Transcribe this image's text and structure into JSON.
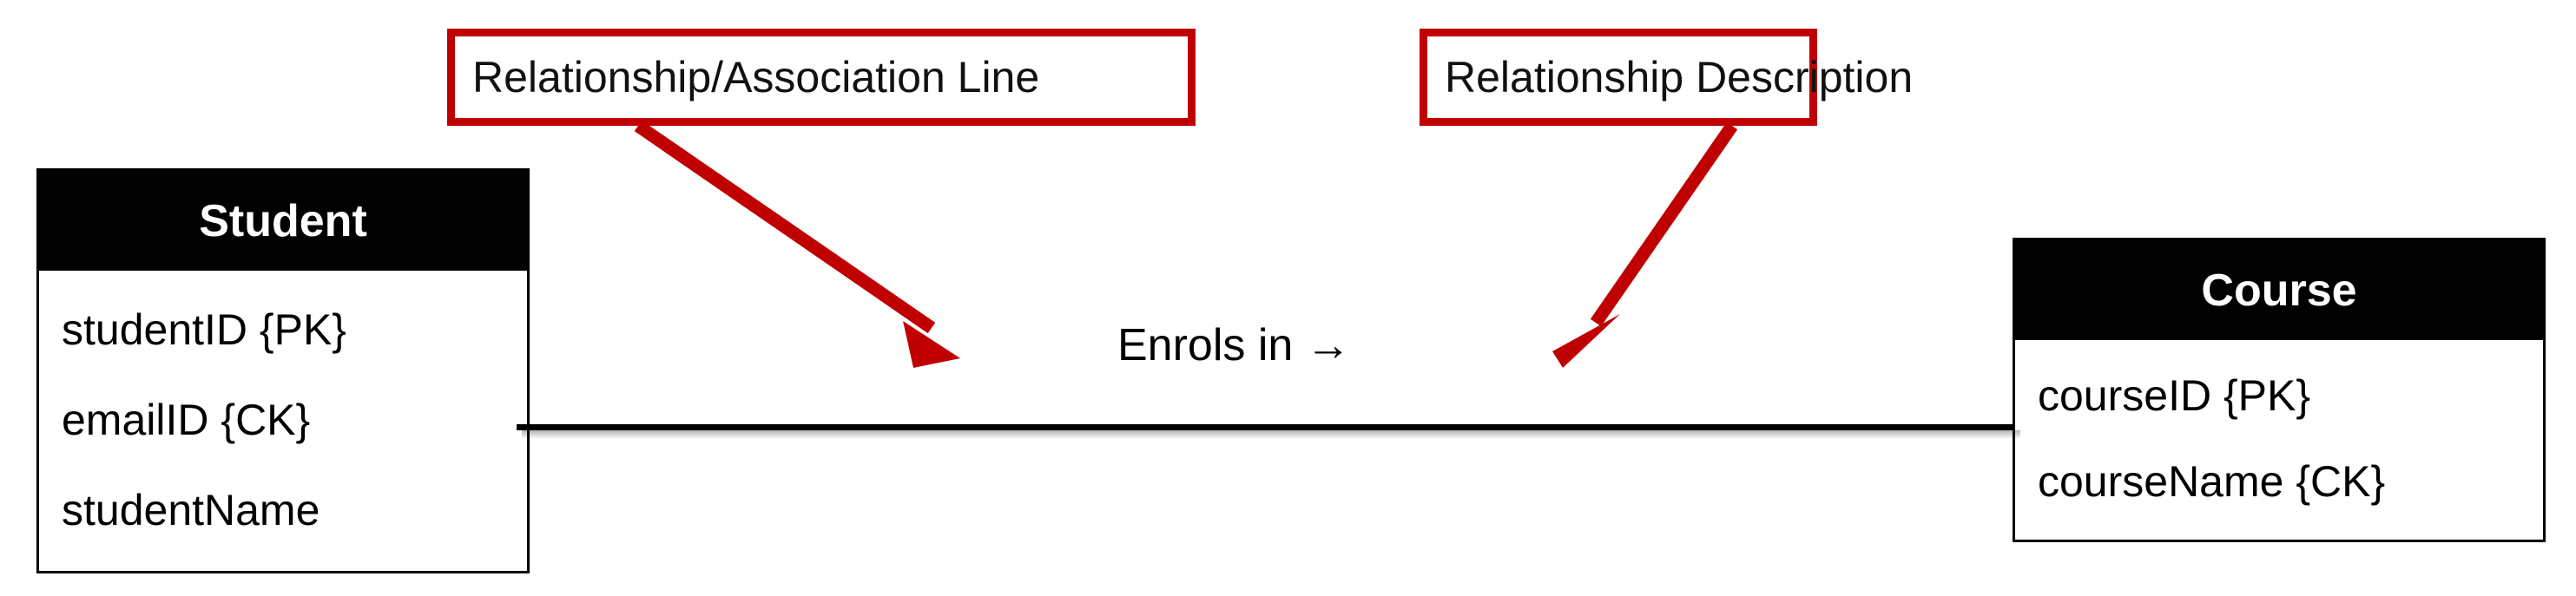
{
  "diagram": {
    "type": "entity-relationship-diagram",
    "accent_color": "#C00000",
    "entity_header_color": "#000000",
    "entity_header_text_color": "#FFFFFF",
    "line_color": "#000000",
    "background_color": "#FFFFFF"
  },
  "entities": [
    {
      "name": "Student",
      "attributes": [
        "studentID {PK}",
        "emailID {CK}",
        "studentName"
      ]
    },
    {
      "name": "Course",
      "attributes": [
        "courseID {PK}",
        "courseName {CK}"
      ]
    }
  ],
  "relationship": {
    "label": "Enrols in →",
    "from": "Student",
    "to": "Course"
  },
  "annotations": [
    {
      "label": "Relationship/Association Line",
      "points_to": "relationship-line"
    },
    {
      "label": "Relationship Description",
      "points_to": "relationship-label"
    }
  ]
}
